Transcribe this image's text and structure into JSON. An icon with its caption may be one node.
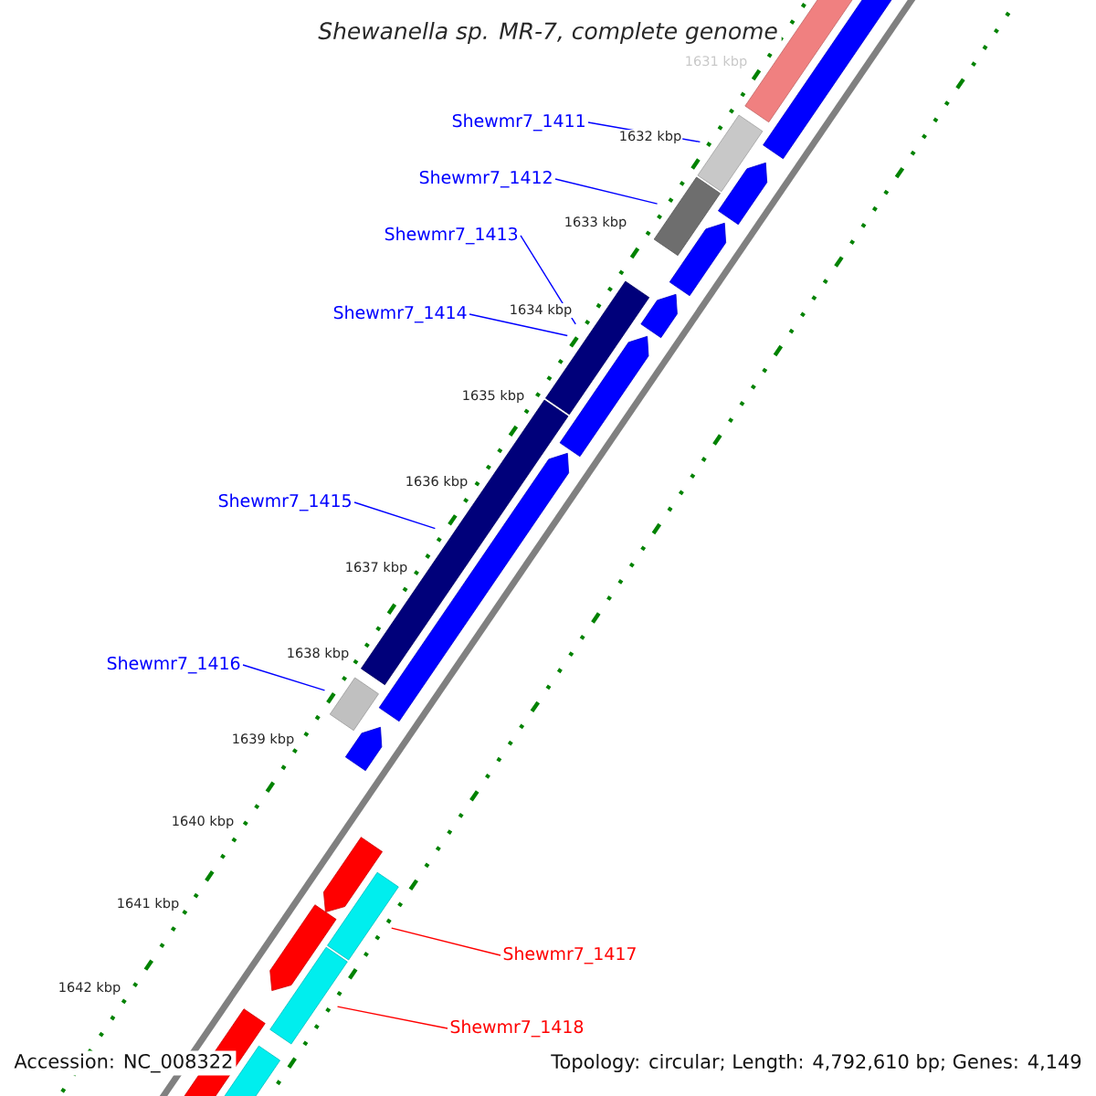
{
  "diagram": {
    "title": "*Shewanella* sp. MR-7, complete genome",
    "nodes": [
      {
        "text": [
          "Shewmr7_1411"
        ]
      },
      {
        "text": [
          "Shewmr7_1412"
        ]
      },
      {
        "text": [
          "Shewmr7_1413"
        ]
      },
      {
        "text": [
          "Shewmr7_1414"
        ]
      },
      {
        "text": [
          "Shewmr7_1415"
        ]
      },
      {
        "text": [
          "Shewmr7_1416"
        ]
      },
      {
        "text": [
          "Shewmr7_1417"
        ]
      },
      {
        "text": [
          "Shewmr7_1418"
        ]
      },
      {
        "text": [],
        "shape": "bar"
      },
      {
        "text": [],
        "shape": "bar"
      },
      {
        "text": [],
        "shape": "bar"
      },
      {
        "text": [],
        "shape": "bar"
      },
      {
        "text": [],
        "shape": "bar"
      },
      {
        "text": [],
        "shape": "bar"
      },
      {
        "text": [],
        "shape": "bar"
      }
    ],
    "edges": [
      {
        "from": 0,
        "to": 8,
        "arrow": "none"
      },
      {
        "from": 1,
        "to": 9,
        "arrow": "none"
      },
      {
        "from": 2,
        "to": 10,
        "arrow": "none"
      },
      {
        "from": 3,
        "to": 10,
        "arrow": "none"
      },
      {
        "from": 4,
        "to": 11,
        "arrow": "none"
      },
      {
        "from": 5,
        "to": 12,
        "arrow": "none"
      },
      {
        "from": 6,
        "to": 13,
        "arrow": "none",
        "color": "#ff0000"
      },
      {
        "from": 7,
        "to": 14,
        "arrow": "none",
        "color": "#ff0000"
      }
    ],
    "labels": [
      "1631 kbp",
      "1632 kbp",
      "1633 kbp",
      "1634 kbp",
      "1635 kbp",
      "1636 kbp",
      "1637 kbp",
      "1638 kbp",
      "1639 kbp",
      "1640 kbp",
      "1641 kbp",
      "1642 kbp",
      "Accession: NC_008322",
      "Topology: circular; Length: 4,792,610 bp; Genes: 4,149"
    ]
  }
}
